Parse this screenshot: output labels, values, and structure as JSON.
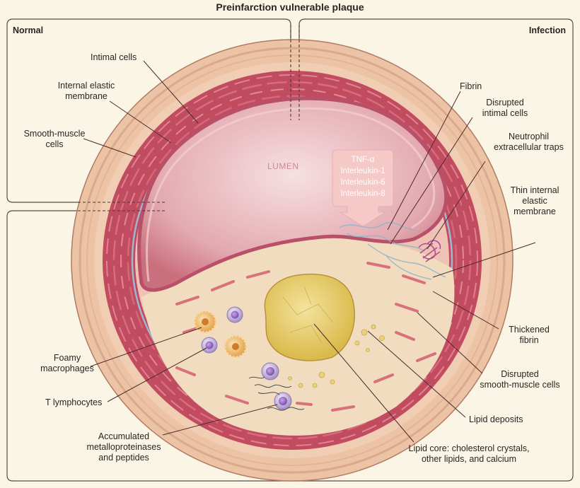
{
  "title": "Preinfarction vulnerable plaque",
  "panels": {
    "left": "Normal",
    "right": "Infection"
  },
  "lumen_label": "LUMEN",
  "cytokines": [
    "TNF-α",
    "Interleukin-1",
    "Interleukin-6",
    "Interleukin-8"
  ],
  "labels": {
    "intimal_cells": "Intimal cells",
    "internal_elastic_membrane": [
      "Internal elastic",
      "membrane"
    ],
    "smooth_muscle_cells": [
      "Smooth-muscle",
      "cells"
    ],
    "fibrin": "Fibrin",
    "disrupted_intimal_cells": [
      "Disrupted",
      "intimal cells"
    ],
    "neutrophil_traps": [
      "Neutrophil",
      "extracellular traps"
    ],
    "thin_internal_elastic_membrane": [
      "Thin internal",
      "elastic",
      "membrane"
    ],
    "thickened_fibrin": [
      "Thickened",
      "fibrin"
    ],
    "disrupted_smooth_muscle_cells": [
      "Disrupted",
      "smooth-muscle cells"
    ],
    "lipid_deposits": "Lipid deposits",
    "lipid_core": [
      "Lipid core: cholesterol crystals,",
      "other lipids, and calcium"
    ],
    "foamy_macrophages": [
      "Foamy",
      "macrophages"
    ],
    "t_lymphocytes": "T lymphocytes",
    "metalloproteinases": [
      "Accumulated",
      "metalloproteinases",
      "and peptides"
    ]
  },
  "colors": {
    "background": "#fbf5e6",
    "adventitia": "#efc6a8",
    "media": "#c64f62",
    "lumen": "#e7b7bd",
    "plaque": "#f2dcc0",
    "lipid_core": "#e9d27a",
    "arrow_box": "#f4cbc8"
  }
}
